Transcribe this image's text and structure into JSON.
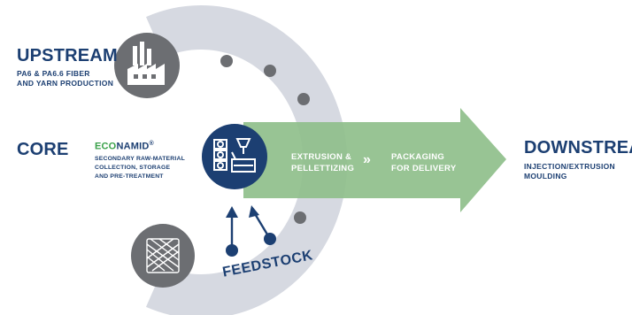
{
  "upstream": {
    "title": "UPSTREAM",
    "line1": "PA6 & PA6.6 FIBER",
    "line2": "AND YARN PRODUCTION"
  },
  "core": {
    "title": "CORE"
  },
  "econamid": {
    "brand_green": "ECO",
    "brand_blue": "NAMID",
    "mark": "®",
    "line1": "SECONDARY RAW-MATERIAL",
    "line2": "COLLECTION, STORAGE",
    "line3": "AND PRE-TREATMENT"
  },
  "arrow": {
    "step1_line1": "EXTRUSION &",
    "step1_line2": "PELLETTIZING",
    "separator": "»",
    "step2_line1": "PACKAGING",
    "step2_line2": "FOR DELIVERY"
  },
  "downstream": {
    "title": "DOWNSTREAM",
    "line1": "INJECTION/EXTRUSION",
    "line2": "MOULDING"
  },
  "feedstock": {
    "label": "FEEDSTOCK"
  },
  "icons": {
    "factory": "factory-icon",
    "machine": "extrusion-machine-icon",
    "yarn": "yarn-spool-icon"
  },
  "colors": {
    "navy": "#1c3f72",
    "green_arrow": "#8fbf8b",
    "ring_gray": "#d6d9e1",
    "dark_gray": "#6c6e72",
    "econ_green": "#3aa14a"
  }
}
